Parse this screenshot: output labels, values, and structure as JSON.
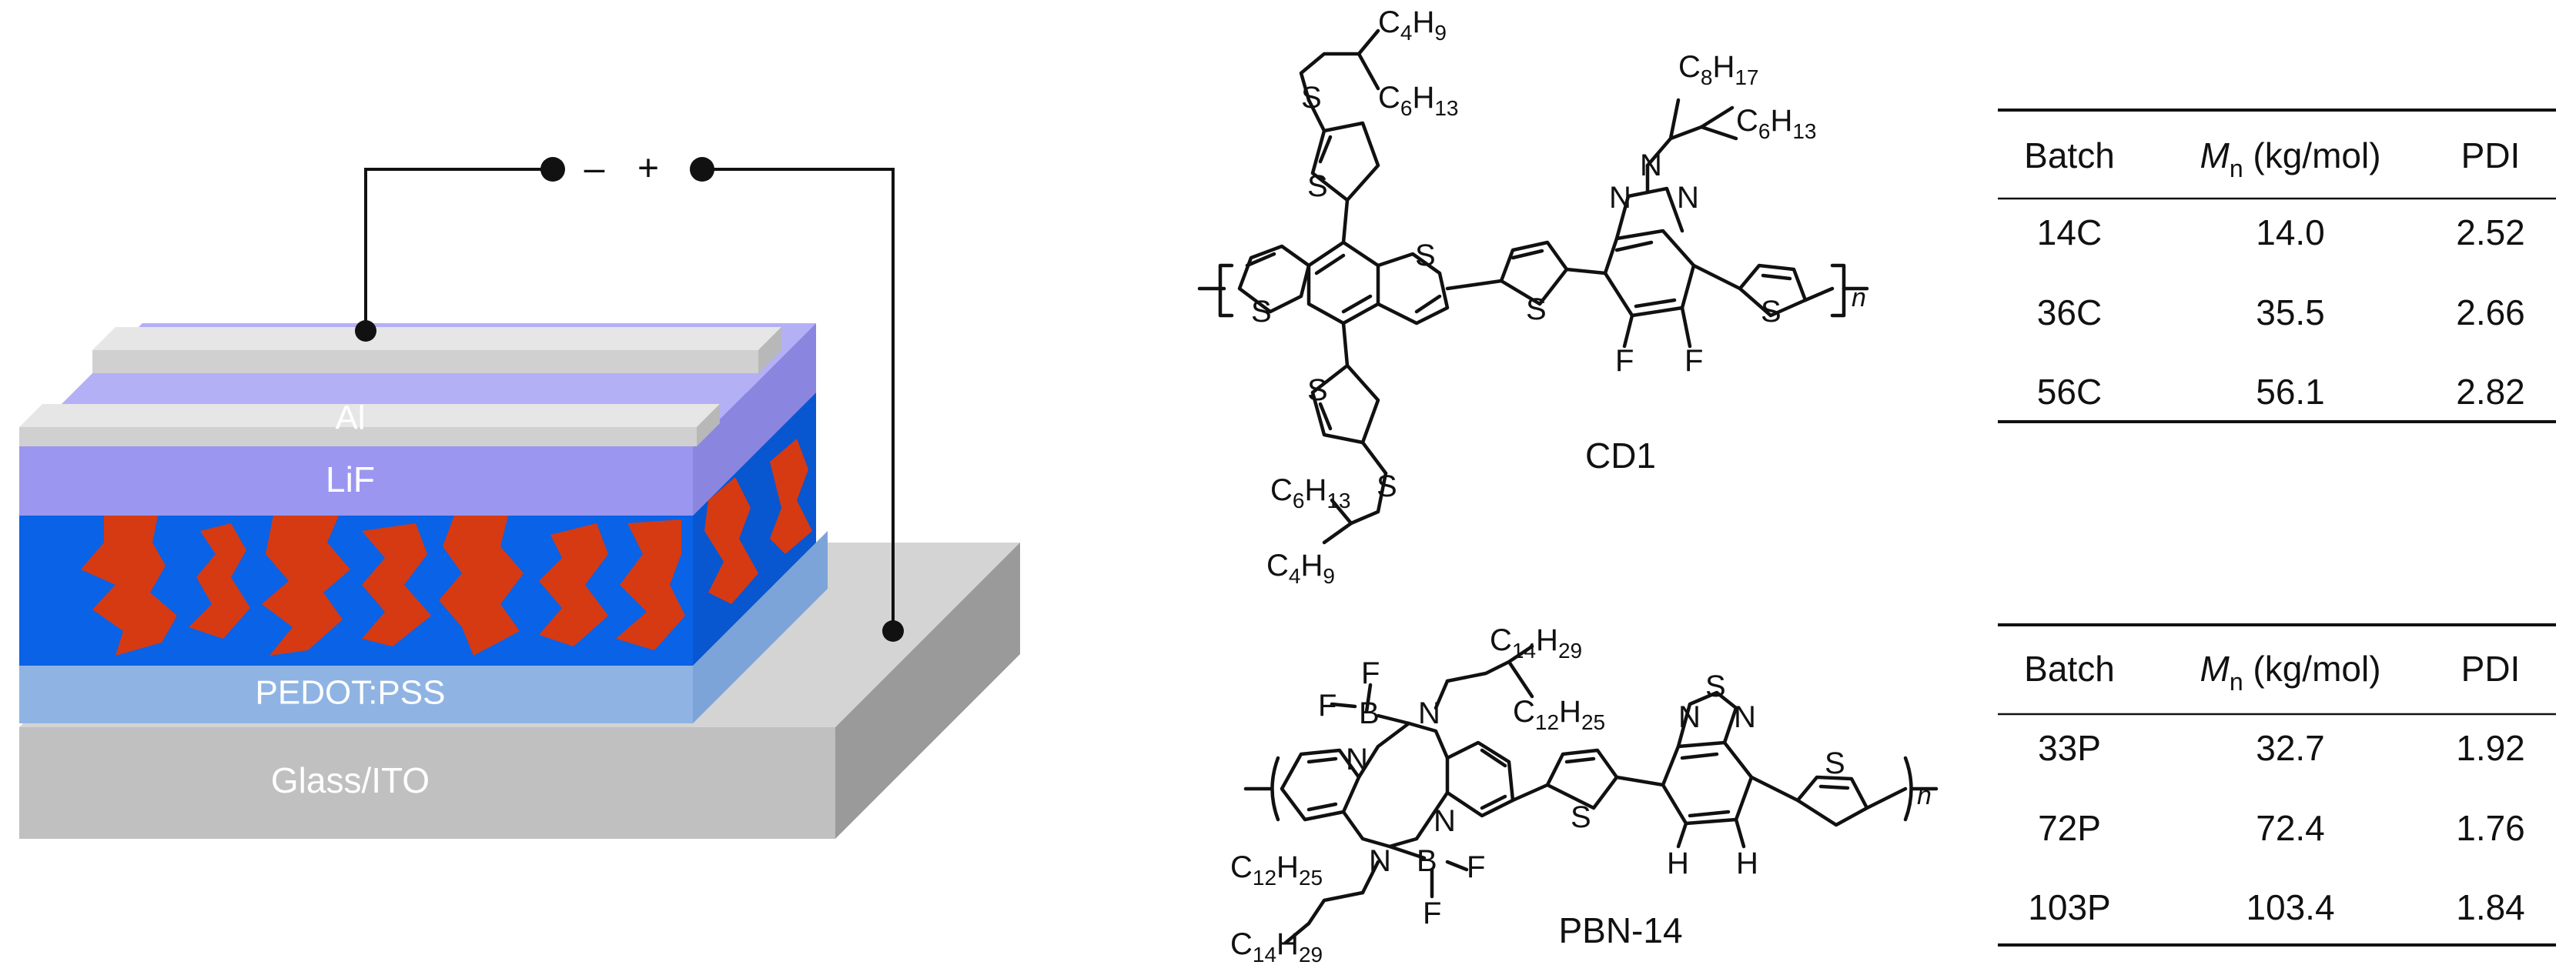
{
  "device": {
    "layers": {
      "al": "Al",
      "lif": "LiF",
      "pedot": "PEDOT:PSS",
      "glass": "Glass/ITO"
    },
    "polarity": {
      "minus": "–",
      "plus": "+"
    },
    "colors": {
      "active_blue": "#0a62e6",
      "active_red": "#d63a12",
      "lif": "#9b97f0",
      "pedot": "#8fb4e3",
      "glass": "#c0c0c0",
      "al": "#d8d8d8"
    }
  },
  "molecules": {
    "cd1": {
      "name": "CD1",
      "s": "S",
      "n": "N",
      "f": "F",
      "repeat": "n",
      "c4": "C",
      "c4_sub": "4",
      "h9": "H",
      "h9_sub": "9",
      "c6": "C",
      "c6_sub": "6",
      "h13": "H",
      "h13_sub": "13",
      "c8": "C",
      "c8_sub": "8",
      "h17": "H",
      "h17_sub": "17"
    },
    "pbn14": {
      "name": "PBN-14",
      "s": "S",
      "n": "N",
      "b": "B",
      "f": "F",
      "h": "H",
      "repeat": "n",
      "c14": "C",
      "c14_sub": "14",
      "h29": "H",
      "h29_sub": "29",
      "c12": "C",
      "c12_sub": "12",
      "h25": "H",
      "h25_sub": "25"
    }
  },
  "tables": [
    {
      "headers": {
        "batch": "Batch",
        "mn": "M",
        "mn_sub": "n",
        "mn_unit": " (kg/mol)",
        "pdi": "PDI"
      },
      "rows": [
        {
          "batch": "14C",
          "mn": "14.0",
          "pdi": "2.52"
        },
        {
          "batch": "36C",
          "mn": "35.5",
          "pdi": "2.66"
        },
        {
          "batch": "56C",
          "mn": "56.1",
          "pdi": "2.82"
        }
      ]
    },
    {
      "headers": {
        "batch": "Batch",
        "mn": "M",
        "mn_sub": "n",
        "mn_unit": " (kg/mol)",
        "pdi": "PDI"
      },
      "rows": [
        {
          "batch": "33P",
          "mn": "32.7",
          "pdi": "1.92"
        },
        {
          "batch": "72P",
          "mn": "72.4",
          "pdi": "1.76"
        },
        {
          "batch": "103P",
          "mn": "103.4",
          "pdi": "1.84"
        }
      ]
    }
  ]
}
